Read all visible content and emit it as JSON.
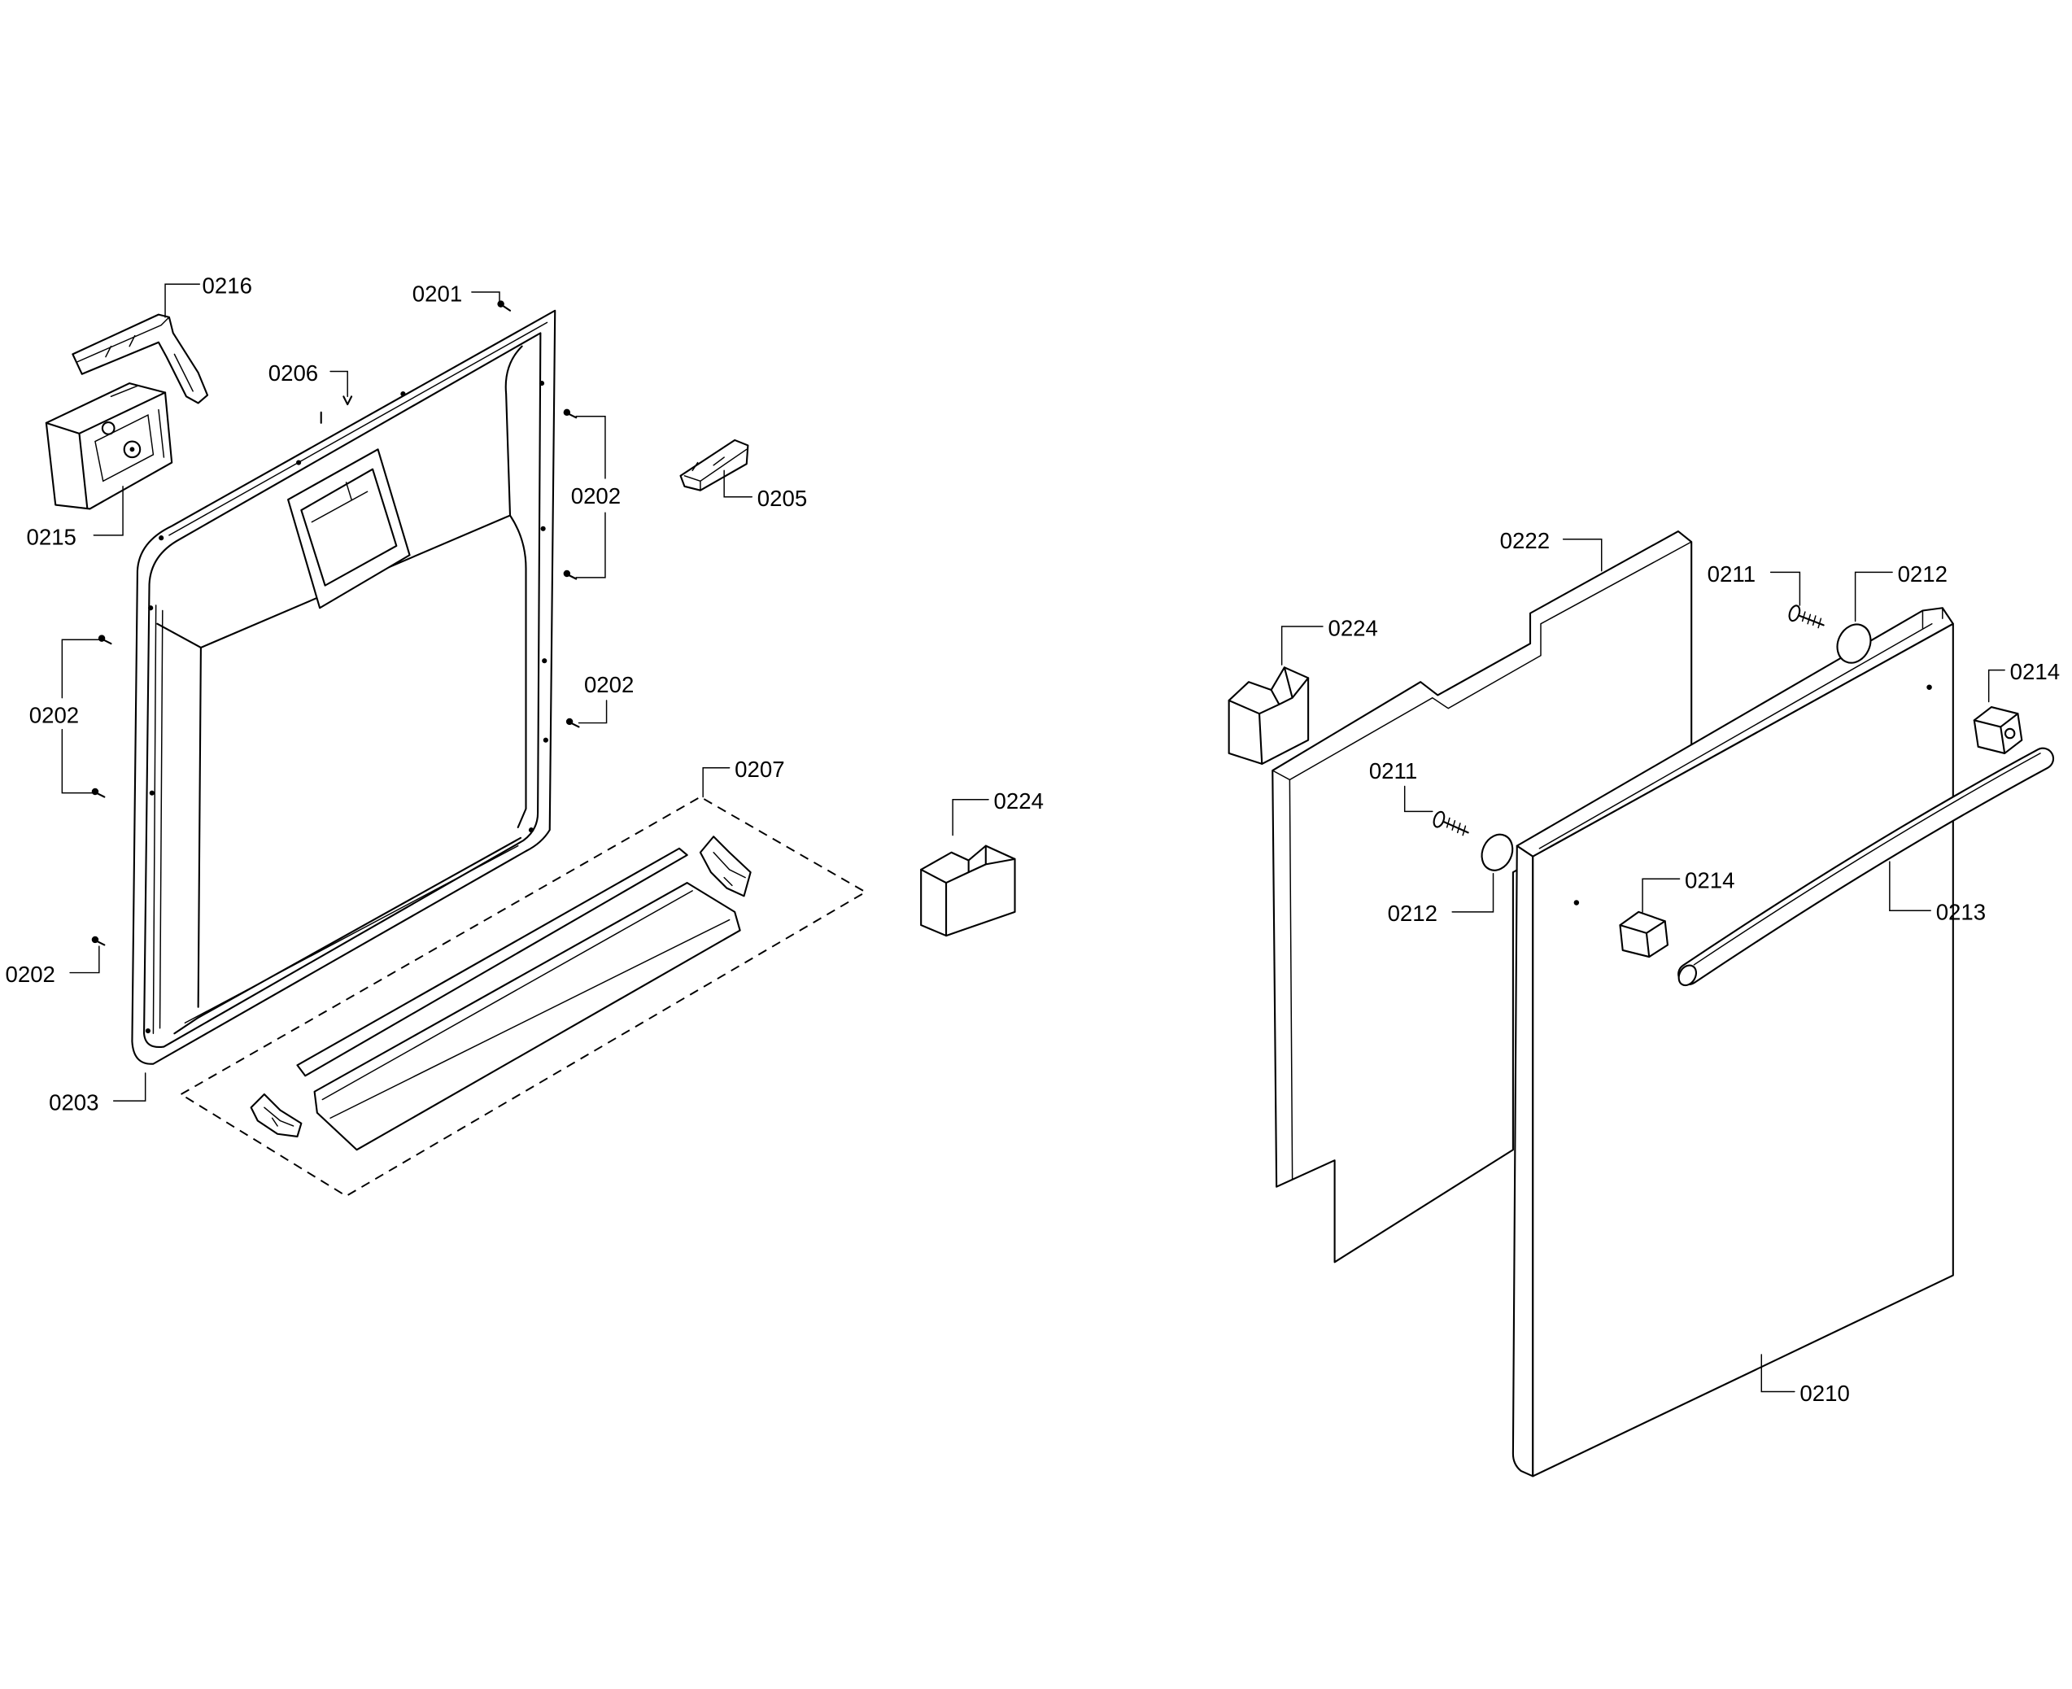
{
  "diagram": {
    "callouts": [
      "0216",
      "0201",
      "0206",
      "0215",
      "0202",
      "0205",
      "0202",
      "0202",
      "0207",
      "0224",
      "0202",
      "0203",
      "0222",
      "0211",
      "0212",
      "0224",
      "0214",
      "0211",
      "0212",
      "0214",
      "0213",
      "0210"
    ]
  }
}
